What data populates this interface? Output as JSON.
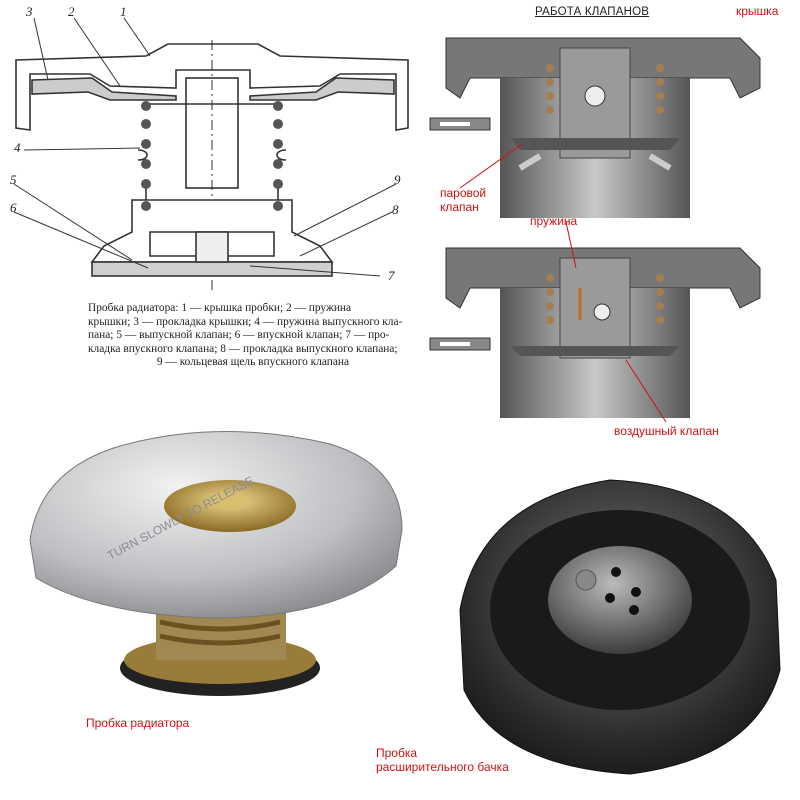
{
  "diagram": {
    "numbers": [
      "1",
      "2",
      "3",
      "4",
      "5",
      "6",
      "7",
      "8",
      "9"
    ],
    "caption_lines": [
      "Пробка радиатора: 1 — крышка пробки; 2 — пружина",
      "крышки; 3 — прокладка крышки; 4 — пружина выпускного кла-",
      "пана; 5 — выпускной клапан; 6 — впускной клапан; 7 — про-",
      "кладка впускного клапана; 8 — прокладка выпускного клапана;",
      "9 — кольцевая щель впускного клапана"
    ]
  },
  "valves": {
    "title": "РАБОТА КЛАПАНОВ",
    "label_cap": "крышка",
    "label_steam_1": "паровой",
    "label_steam_2": "клапан",
    "label_spring": "пружина",
    "label_air": "воздушный клапан"
  },
  "photos": {
    "radiator_cap": "Пробка радиатора",
    "expansion_cap_1": "Пробка",
    "expansion_cap_2": "расширительного бачка",
    "radiator_cap_engraving": "TURN SLOWLY TO RELEASE"
  },
  "colors": {
    "label_red": "#d21010",
    "metal": "#b9bcbf",
    "brass": "#b08a3a",
    "dark": "#3a3a3a"
  }
}
